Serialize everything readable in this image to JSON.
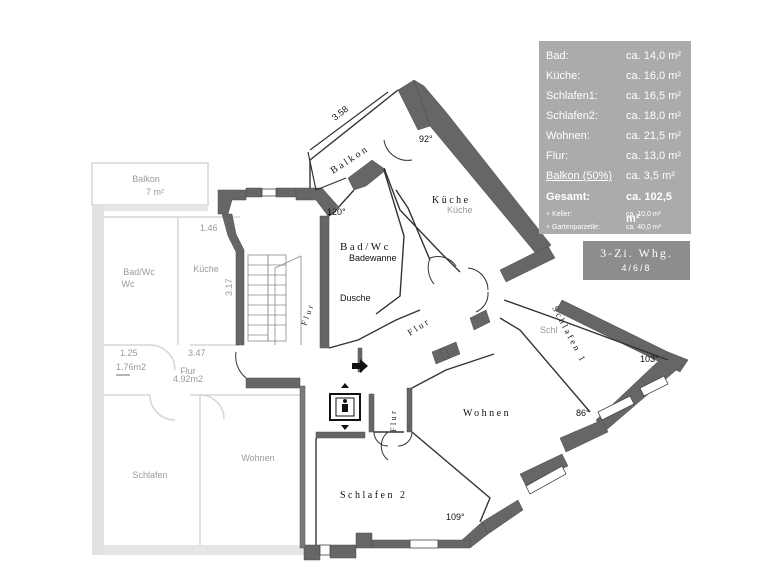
{
  "labels": {
    "balkon": "Balkon",
    "kueche": "Küche",
    "kueche_sub": "Küche",
    "bad_wc": "Bad/Wc",
    "badewanne": "Badewanne",
    "dusche": "Dusche",
    "flur_main": "Flur",
    "flur_vertical": "Flur",
    "flur_stair": "Flur",
    "schlafen1": "Schlafen 1",
    "schlafen1_sub": "Schl",
    "wohnen": "Wohnen",
    "schlafen2": "Schlafen 2",
    "dim_balkon": "3.58",
    "dim_92": "92°",
    "dim_120": "120°",
    "dim_103": "103°",
    "dim_86": "86°",
    "dim_109": "109°",
    "elevator_icon": "elevator-icon"
  },
  "ghost": {
    "balkon": "Balkon",
    "balkon_area": "7 m²",
    "bad": "Bad/Wc",
    "bad_sub": "Wc",
    "kueche": "Küche",
    "dim_146": "1.46",
    "dim_317": "3.17",
    "dim_125": "1.25",
    "dim_347": "3.47",
    "flur": "Flur",
    "flur_area": "4.92m2",
    "dim_176": "1.76m2",
    "schlafen": "Schlafen",
    "wohnen": "Wohnen"
  },
  "areas": [
    {
      "label": "Bad:",
      "value": "ca. 14,0 m²"
    },
    {
      "label": "Küche:",
      "value": "ca. 16,0 m²"
    },
    {
      "label": "Schlafen1:",
      "value": "ca. 16,5 m²"
    },
    {
      "label": "Schlafen2:",
      "value": "ca. 18,0 m²"
    },
    {
      "label": "Wohnen:",
      "value": "ca. 21,5 m²"
    },
    {
      "label": "Flur:",
      "value": "ca. 13,0 m²"
    },
    {
      "label": "Balkon (50%)",
      "value": "ca.   3,5 m²"
    }
  ],
  "total": {
    "label": "Gesamt:",
    "value": "ca. 102,5 m²"
  },
  "extras": [
    {
      "label": "+ Keller:",
      "value": "ca.   10,0 m²"
    },
    {
      "label": "+ Gartenparzelle:",
      "value": "ca.   40,0 m²"
    }
  ],
  "badge": {
    "title": "3-Zi. Whg.",
    "subtitle": "4/6/8"
  },
  "colors": {
    "wall": "#666666",
    "ghost": "#dcdcdc",
    "panel": "#ababab",
    "badge": "#8d8d8d"
  }
}
